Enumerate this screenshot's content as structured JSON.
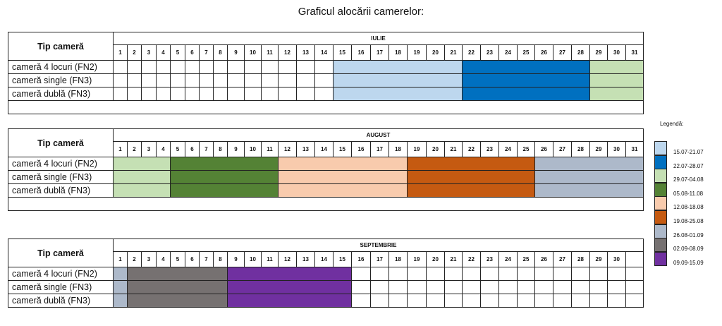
{
  "title": "Graficul alocării camerelor:",
  "header_label": "Tip cameră",
  "rooms": [
    "cameră 4 locuri (FN2)",
    "cameră single  (FN3)",
    "cameră dublă (FN3)"
  ],
  "months": [
    {
      "name": "IULIE",
      "days": 31,
      "extra_row": true,
      "spans": [
        {
          "from": 15,
          "to": 21,
          "color": "#bdd7ee"
        },
        {
          "from": 22,
          "to": 28,
          "color": "#0070c0"
        },
        {
          "from": 29,
          "to": 31,
          "color": "#c5e0b4"
        }
      ]
    },
    {
      "name": "AUGUST",
      "days": 31,
      "extra_row": true,
      "spans": [
        {
          "from": 1,
          "to": 4,
          "color": "#c5e0b4"
        },
        {
          "from": 5,
          "to": 11,
          "color": "#548235"
        },
        {
          "from": 12,
          "to": 18,
          "color": "#f8cbad"
        },
        {
          "from": 19,
          "to": 25,
          "color": "#c55a11"
        },
        {
          "from": 26,
          "to": 31,
          "color": "#adb9ca"
        }
      ]
    },
    {
      "name": "SEPTEMBRIE",
      "days": 30,
      "extra_row": false,
      "spans": [
        {
          "from": 1,
          "to": 1,
          "color": "#adb9ca"
        },
        {
          "from": 2,
          "to": 8,
          "color": "#767171"
        },
        {
          "from": 9,
          "to": 15,
          "color": "#7030a0"
        }
      ]
    }
  ],
  "legend": {
    "title": "Legendă:",
    "items": [
      {
        "label": "15.07-21.07",
        "color": "#bdd7ee"
      },
      {
        "label": "22.07-28.07",
        "color": "#0070c0"
      },
      {
        "label": "29.07-04.08",
        "color": "#c5e0b4"
      },
      {
        "label": "05.08-11.08",
        "color": "#548235"
      },
      {
        "label": "12.08-18.08",
        "color": "#f8cbad"
      },
      {
        "label": "19.08-25.08",
        "color": "#c55a11"
      },
      {
        "label": "26.08-01.09",
        "color": "#adb9ca"
      },
      {
        "label": "02.09-08.09",
        "color": "#767171"
      },
      {
        "label": "09.09-15.09",
        "color": "#7030a0"
      }
    ]
  }
}
